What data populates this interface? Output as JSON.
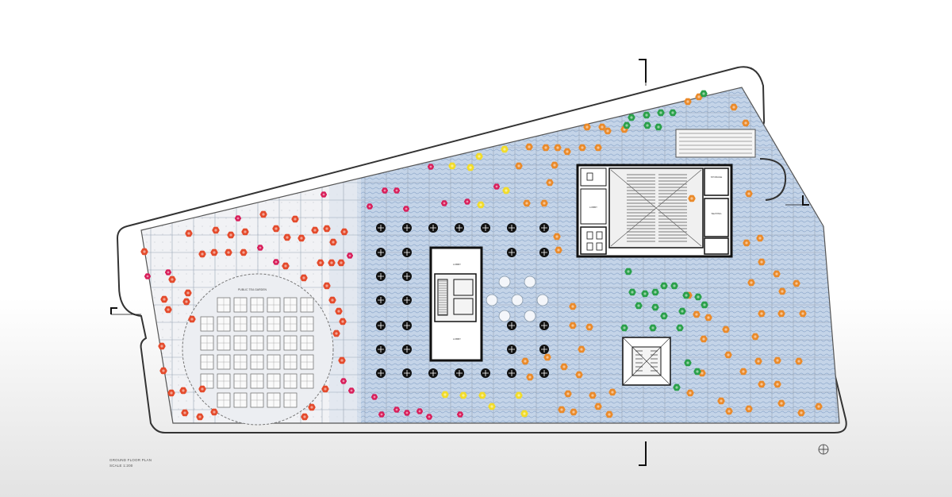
{
  "plan": {
    "title": "GROUND FLOOR PLAN",
    "scale": "SCALE 1:200"
  },
  "rooms": {
    "core_top": "LOBBY",
    "core_bottom": "LOBBY",
    "lobby_right": "LOBBY",
    "storage": "STORAGE",
    "seating": "SEATING",
    "exhibit_circle": "PUBLIC TEA GARDEN"
  },
  "colors": {
    "floor_blue": "#b8cce4",
    "floor_light": "#eef0f4",
    "tree_red": "#e44b2c",
    "tree_orange": "#ea8a2a",
    "tree_yellow": "#f2dc2a",
    "tree_green": "#2aa04a",
    "tree_pink": "#d81e5a",
    "column_black": "#111111",
    "wall": "#111111"
  },
  "icons": {
    "north_arrow": "north-arrow-icon",
    "section_marker": "section-marker-icon"
  }
}
